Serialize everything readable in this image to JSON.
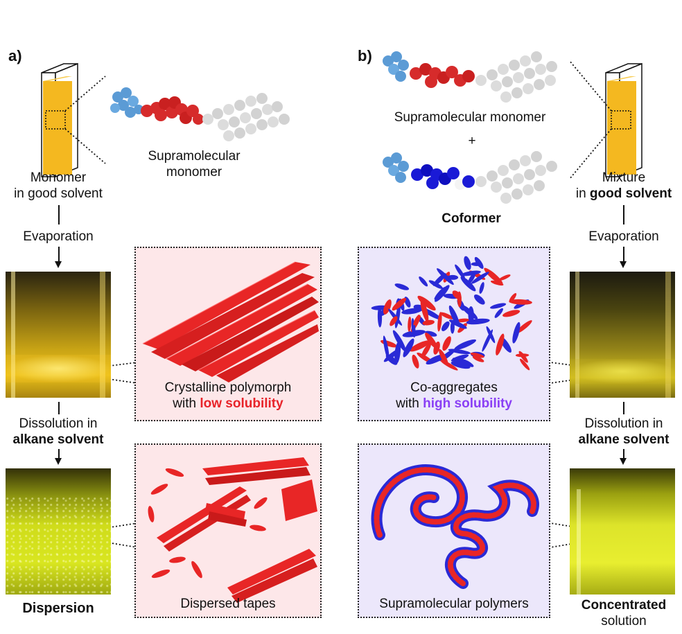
{
  "panel_a": {
    "letter": "a)",
    "monomer_label": "Supramolecular monomer",
    "cuvette_label_line1": "Monomer",
    "cuvette_label_line2": "in good solvent",
    "step1": "Evaporation",
    "box1_line1": "Crystalline polymorph",
    "box1_line2_prefix": "with ",
    "box1_line2_highlight": "low solubility",
    "step2_line1": "Dissolution in",
    "step2_line2": "alkane solvent",
    "box2_label": "Dispersed tapes",
    "result": "Dispersion"
  },
  "panel_b": {
    "letter": "b)",
    "monomer_label": "Supramolecular monomer",
    "plus": "+",
    "coformer_label": "Coformer",
    "cuvette_label_line1": "Mixture",
    "cuvette_label_line2_prefix": "in ",
    "cuvette_label_line2_bold": "good solvent",
    "step1": "Evaporation",
    "box1_line1": "Co-aggregates",
    "box1_line2_prefix": "with ",
    "box1_line2_highlight": "high solubility",
    "step2_line1": "Dissolution in",
    "step2_line2": "alkane solvent",
    "box2_label": "Supramolecular polymers",
    "result_line1": "Concentrated",
    "result_line2": "solution"
  },
  "colors": {
    "red_highlight": "#e8242a",
    "purple_highlight": "#8a3ff5",
    "box_pink": "#fde7e9",
    "box_lavender": "#ece7fb",
    "solution_yellow": "#f4b820"
  }
}
